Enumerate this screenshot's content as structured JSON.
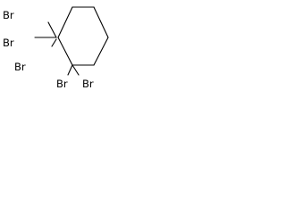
{
  "molecule": {
    "atoms": {
      "br_top": "Br",
      "br_gem_left": "Br",
      "br_gem_lower": "Br",
      "br_gem2_left": "Br",
      "br_gem2_right": "Br"
    }
  }
}
